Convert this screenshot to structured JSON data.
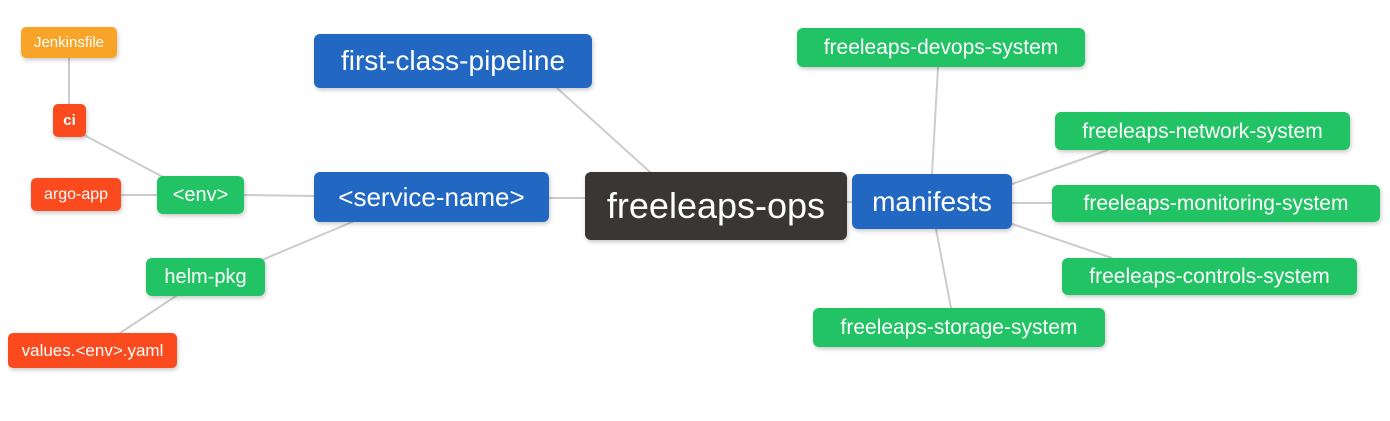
{
  "palette": {
    "node_blue": "#2268c2",
    "node_green": "#22c364",
    "node_orange": "#f8a428",
    "node_red": "#fa4a1e",
    "node_dark": "#3a3633",
    "edge_gray": "#cccccc",
    "node_text": "#ffffff",
    "background": "#ffffff"
  },
  "nodes": {
    "jenkinsfile": {
      "label": "Jenkinsfile",
      "color": "orange"
    },
    "ci": {
      "label": "ci",
      "color": "red"
    },
    "argo_app": {
      "label": "argo-app",
      "color": "red"
    },
    "env": {
      "label": "<env>",
      "color": "green"
    },
    "helm_pkg": {
      "label": "helm-pkg",
      "color": "green"
    },
    "values_env_yaml": {
      "label": "values.<env>.yaml",
      "color": "red"
    },
    "first_class_pipeline": {
      "label": "first-class-pipeline",
      "color": "blue"
    },
    "service_name": {
      "label": "<service-name>",
      "color": "blue"
    },
    "freeleaps_ops": {
      "label": "freeleaps-ops",
      "color": "dark"
    },
    "manifests": {
      "label": "manifests",
      "color": "blue"
    },
    "devops_system": {
      "label": "freeleaps-devops-system",
      "color": "green"
    },
    "network_system": {
      "label": "freeleaps-network-system",
      "color": "green"
    },
    "monitoring_system": {
      "label": "freeleaps-monitoring-system",
      "color": "green"
    },
    "controls_system": {
      "label": "freeleaps-controls-system",
      "color": "green"
    },
    "storage_system": {
      "label": "freeleaps-storage-system",
      "color": "green"
    }
  },
  "edges": [
    {
      "from": "jenkinsfile",
      "to": "ci"
    },
    {
      "from": "ci",
      "to": "env"
    },
    {
      "from": "argo_app",
      "to": "env"
    },
    {
      "from": "env",
      "to": "service_name"
    },
    {
      "from": "helm_pkg",
      "to": "service_name"
    },
    {
      "from": "values_env_yaml",
      "to": "helm_pkg"
    },
    {
      "from": "first_class_pipeline",
      "to": "freeleaps_ops"
    },
    {
      "from": "service_name",
      "to": "freeleaps_ops"
    },
    {
      "from": "freeleaps_ops",
      "to": "manifests"
    },
    {
      "from": "manifests",
      "to": "devops_system"
    },
    {
      "from": "manifests",
      "to": "network_system"
    },
    {
      "from": "manifests",
      "to": "monitoring_system"
    },
    {
      "from": "manifests",
      "to": "controls_system"
    },
    {
      "from": "manifests",
      "to": "storage_system"
    }
  ]
}
